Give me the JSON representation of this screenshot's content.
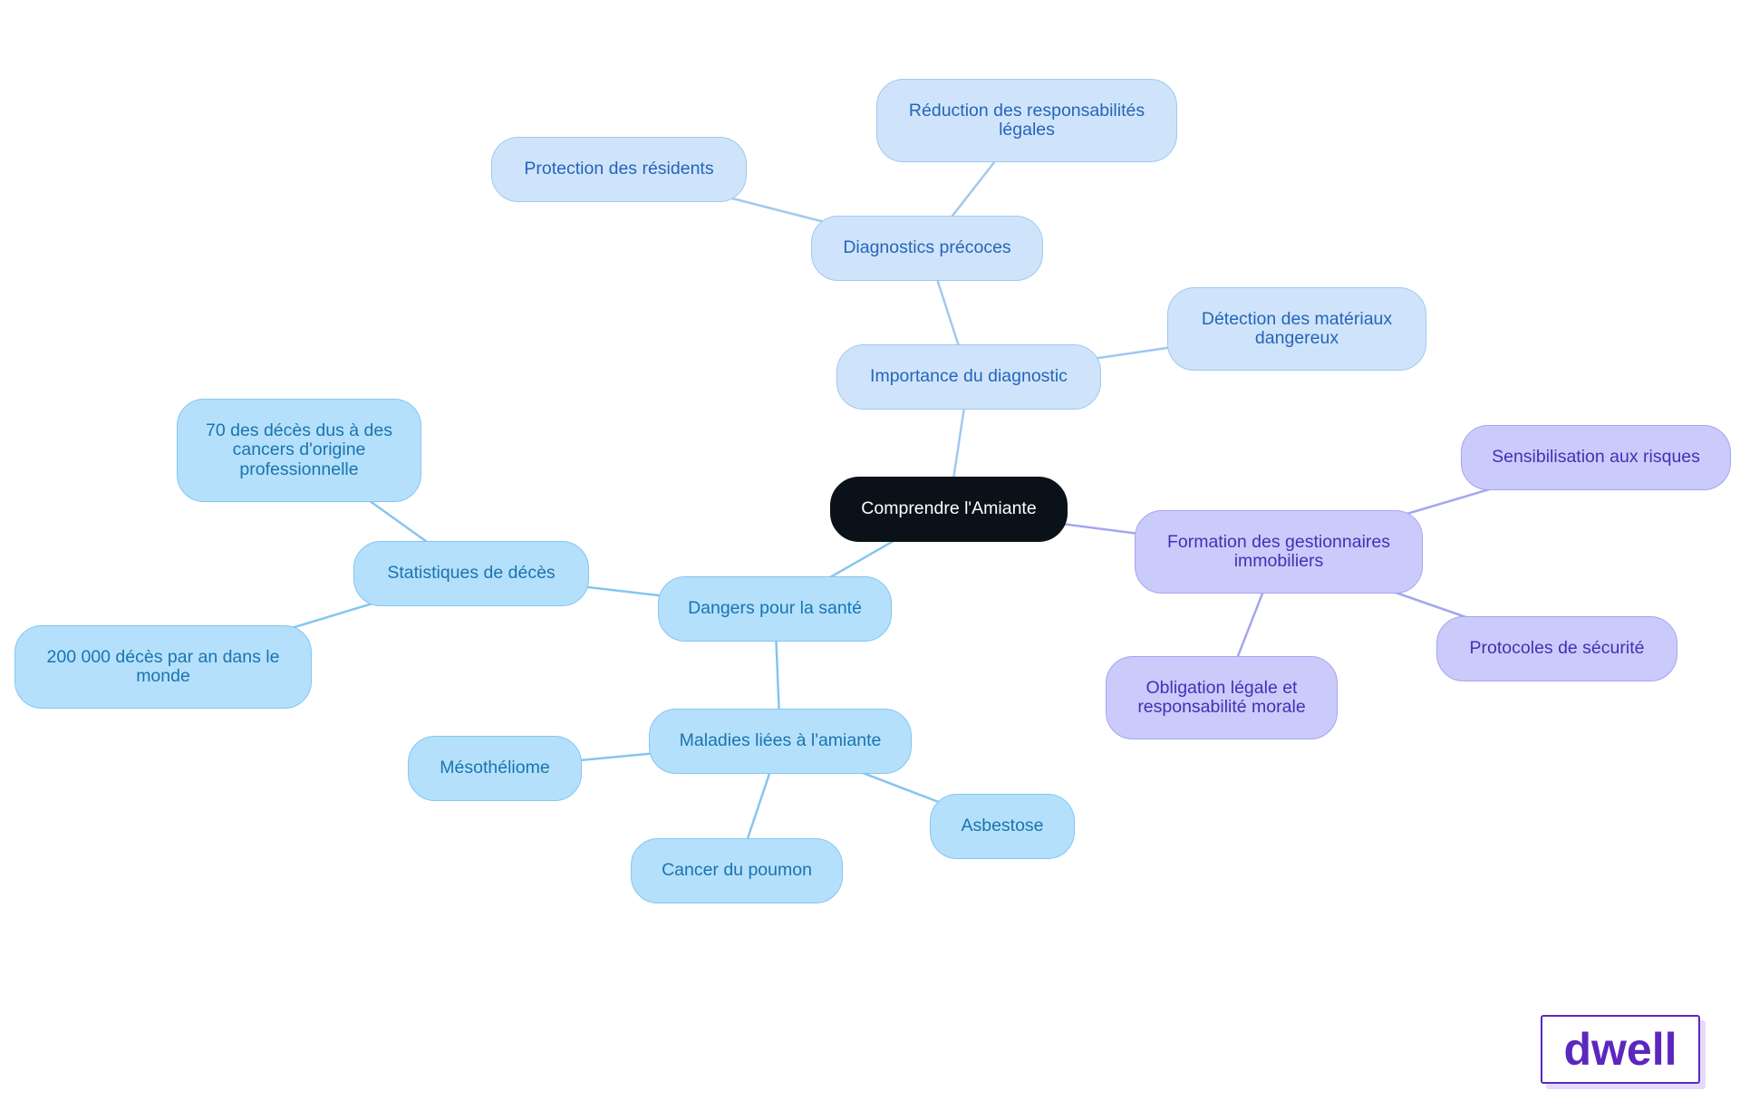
{
  "diagram": {
    "nodes": [
      {
        "id": "root",
        "label": "Comprendre l'Amiante",
        "theme": "root"
      },
      {
        "id": "dangers",
        "label": "Dangers pour la santé",
        "theme": "sky"
      },
      {
        "id": "stats",
        "label": "Statistiques de décès",
        "theme": "sky"
      },
      {
        "id": "stat70",
        "label": "70 des décès dus à des cancers d'origine professionnelle",
        "theme": "sky"
      },
      {
        "id": "stat200",
        "label": "200 000 décès par an dans le monde",
        "theme": "sky"
      },
      {
        "id": "maladies",
        "label": "Maladies liées à l'amiante",
        "theme": "sky"
      },
      {
        "id": "meso",
        "label": "Mésothéliome",
        "theme": "sky"
      },
      {
        "id": "cancer",
        "label": "Cancer du poumon",
        "theme": "sky"
      },
      {
        "id": "asbestose",
        "label": "Asbestose",
        "theme": "sky"
      },
      {
        "id": "importance",
        "label": "Importance du diagnostic",
        "theme": "blue"
      },
      {
        "id": "diagnostics",
        "label": "Diagnostics précoces",
        "theme": "blue"
      },
      {
        "id": "protection",
        "label": "Protection des résidents",
        "theme": "blue"
      },
      {
        "id": "reduction",
        "label": "Réduction des responsabilités légales",
        "theme": "blue"
      },
      {
        "id": "detection",
        "label": "Détection des matériaux dangereux",
        "theme": "blue"
      },
      {
        "id": "formation",
        "label": "Formation des gestionnaires immobiliers",
        "theme": "purple"
      },
      {
        "id": "sensibilisation",
        "label": "Sensibilisation aux risques",
        "theme": "purple"
      },
      {
        "id": "protocoles",
        "label": "Protocoles de sécurité",
        "theme": "purple"
      },
      {
        "id": "obligation",
        "label": "Obligation légale et responsabilité morale",
        "theme": "purple"
      }
    ],
    "edges": [
      {
        "from": "root",
        "to": "dangers",
        "color": "#84c6f0"
      },
      {
        "from": "dangers",
        "to": "stats",
        "color": "#84c6f0"
      },
      {
        "from": "stats",
        "to": "stat70",
        "color": "#84c6f0"
      },
      {
        "from": "stats",
        "to": "stat200",
        "color": "#84c6f0"
      },
      {
        "from": "dangers",
        "to": "maladies",
        "color": "#84c6f0"
      },
      {
        "from": "maladies",
        "to": "meso",
        "color": "#84c6f0"
      },
      {
        "from": "maladies",
        "to": "cancer",
        "color": "#84c6f0"
      },
      {
        "from": "maladies",
        "to": "asbestose",
        "color": "#84c6f0"
      },
      {
        "from": "root",
        "to": "importance",
        "color": "#a0c8f0"
      },
      {
        "from": "importance",
        "to": "diagnostics",
        "color": "#a0c8f0"
      },
      {
        "from": "diagnostics",
        "to": "protection",
        "color": "#a0c8f0"
      },
      {
        "from": "diagnostics",
        "to": "reduction",
        "color": "#a0c8f0"
      },
      {
        "from": "importance",
        "to": "detection",
        "color": "#a0c8f0"
      },
      {
        "from": "root",
        "to": "formation",
        "color": "#a3a6ef"
      },
      {
        "from": "formation",
        "to": "sensibilisation",
        "color": "#a3a6ef"
      },
      {
        "from": "formation",
        "to": "protocoles",
        "color": "#a3a6ef"
      },
      {
        "from": "formation",
        "to": "obligation",
        "color": "#a3a6ef"
      }
    ]
  },
  "brand": {
    "logo_text": "dwell",
    "color": "#5b27bf"
  }
}
